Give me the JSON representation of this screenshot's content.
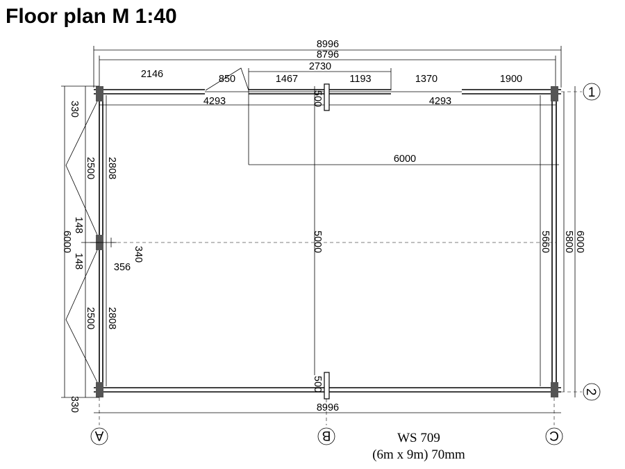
{
  "title": "Floor plan M 1:40",
  "model": {
    "code": "WS 709",
    "size": "(6m x 9m) 70mm"
  },
  "axes": {
    "rows": [
      "1",
      "2"
    ],
    "cols": [
      "A",
      "B",
      "C"
    ]
  },
  "dimensions": {
    "overall_outer": "8996",
    "overall_inner": "8796",
    "top_2730": "2730",
    "top_segments": [
      "2146",
      "850",
      "1467",
      "1193",
      "1370",
      "1900"
    ],
    "inner_left": "4293",
    "inner_right": "4293",
    "post_top": "500",
    "span_6000": "6000",
    "interior_5000": "5000",
    "left_330_top": "330",
    "left_2500_top": "2500",
    "left_2808_top": "2808",
    "left_148_top": "148",
    "left_6000": "6000",
    "left_148_bottom": "148",
    "left_340": "340",
    "left_356": "356",
    "left_2500_bottom": "2500",
    "left_2808_bottom": "2808",
    "post_bottom": "500",
    "left_330_bottom": "330",
    "bottom_8996": "8996",
    "right_5660": "5660",
    "right_5800": "5800",
    "right_6000": "6000"
  }
}
